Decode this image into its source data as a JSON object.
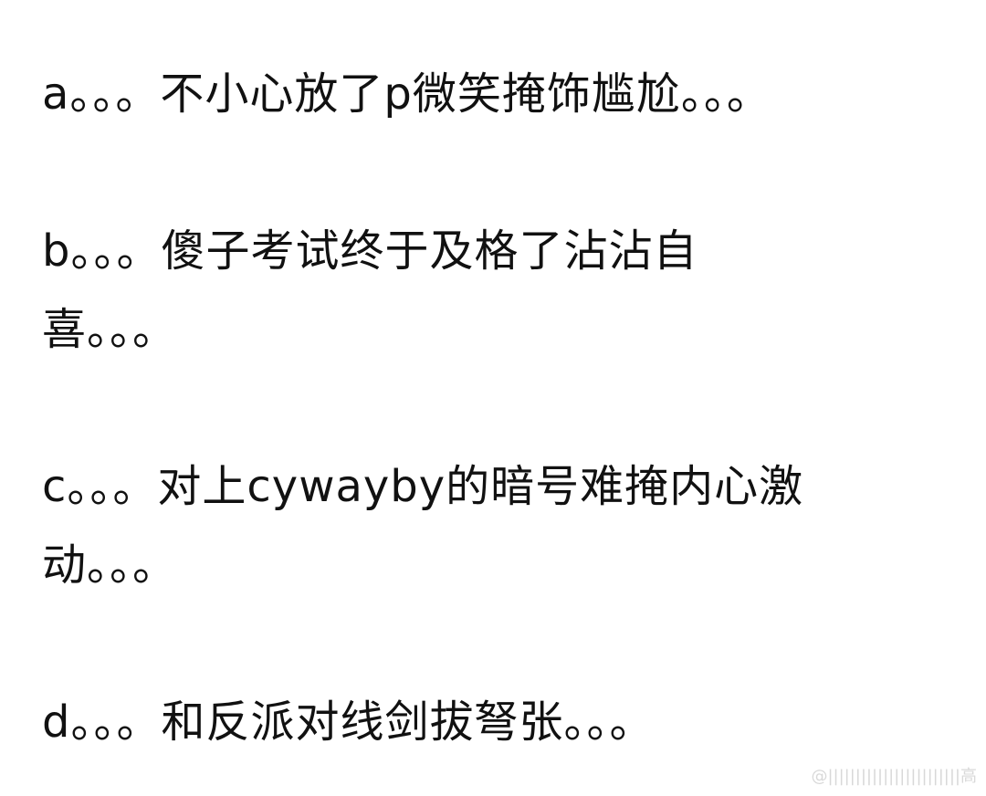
{
  "lines": {
    "a": "a。。。不小心放了p微笑掩饰尴尬。。。",
    "b1": "b。。。傻子考试终于及格了沾沾自",
    "b2": "喜。。。",
    "c1": "c。。。对上cywayby的暗号难掩内心激",
    "c2": "动。。。",
    "d": "d。。。和反派对线剑拔弩张。。。"
  },
  "watermark": "@||||||||||||||||||||||||高"
}
